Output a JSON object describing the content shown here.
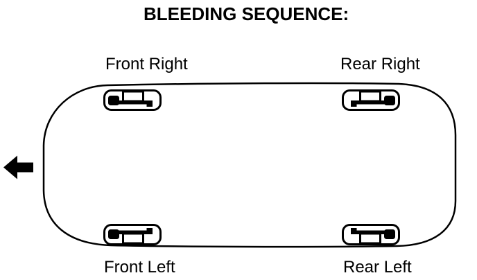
{
  "title": "BLEEDING SEQUENCE:",
  "diagram": {
    "front_arrow_icon": "left-arrow-icon",
    "colors": {
      "line": "#000000",
      "background": "#ffffff"
    },
    "wheels": [
      {
        "position": "front-right",
        "label": "Front Right"
      },
      {
        "position": "rear-right",
        "label": "Rear Right"
      },
      {
        "position": "front-left",
        "label": "Front Left"
      },
      {
        "position": "rear-left",
        "label": "Rear Left"
      }
    ]
  }
}
